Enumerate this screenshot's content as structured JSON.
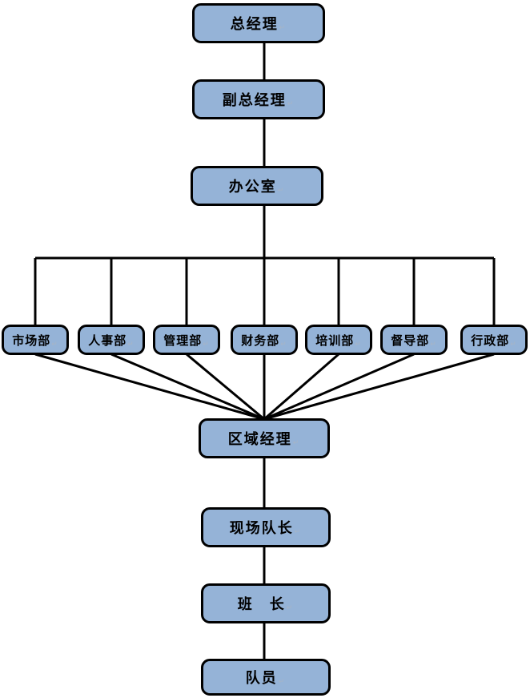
{
  "colors": {
    "box_fill": "#95B3D7",
    "box_border": "#000000",
    "connector": "#000000",
    "text_color": "#000000",
    "background": "#FFFFFF"
  },
  "return_mark": "↵",
  "hierarchy": {
    "level1": {
      "label": "总经理"
    },
    "level2": {
      "label": "副总经理"
    },
    "level3": {
      "label": "办公室"
    },
    "level5": {
      "label": "区域经理"
    },
    "level6": {
      "label": "现场队长"
    },
    "level7": {
      "label": "班　长"
    },
    "level8": {
      "label": "队员"
    }
  },
  "departments": [
    {
      "label": "市场部"
    },
    {
      "label": "人事部"
    },
    {
      "label": "管理部"
    },
    {
      "label": "财务部"
    },
    {
      "label": "培训部"
    },
    {
      "label": "督导部"
    },
    {
      "label": "行政部"
    }
  ]
}
